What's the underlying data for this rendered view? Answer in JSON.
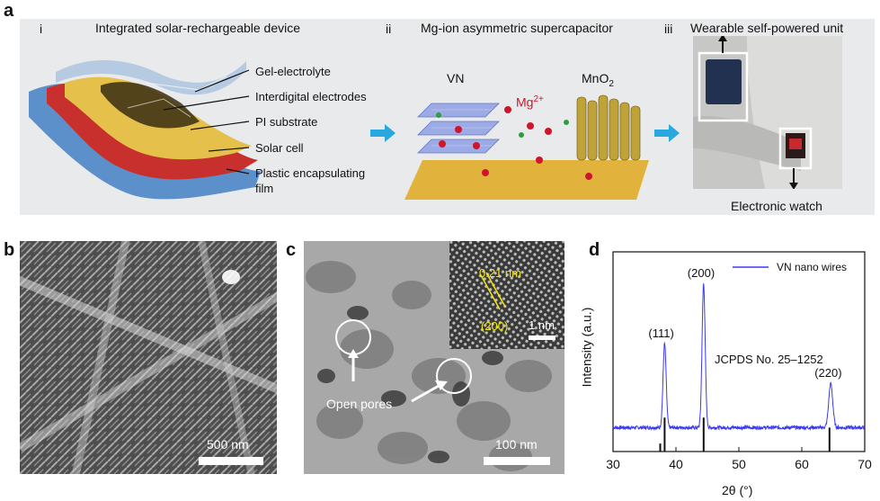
{
  "panel_a": {
    "letter": "a",
    "sub_i": {
      "numeral": "i",
      "title": "Integrated solar-rechargeable device",
      "layers": [
        "Gel-electrolyte",
        "Interdigital electrodes",
        "PI substrate",
        "Solar cell",
        "Plastic encapsulating",
        "film"
      ]
    },
    "sub_ii": {
      "numeral": "ii",
      "title": "Mg-ion asymmetric supercapacitor",
      "left_material": "VN",
      "ion_base": "Mg",
      "ion_charge": "2+",
      "right_base": "MnO",
      "right_sub": "2"
    },
    "sub_iii": {
      "numeral": "iii",
      "title": "Wearable self-powered unit",
      "watch_label": "Electronic watch"
    },
    "colors": {
      "band": "#e9eaeb",
      "arrow": "#29a8e0",
      "gold": "#e2b33c",
      "red_layer": "#c8302e",
      "blue_layer": "#4d86c6"
    }
  },
  "panel_b": {
    "letter": "b",
    "scale_label": "500 nm"
  },
  "panel_c": {
    "letter": "c",
    "scale_label": "100 nm",
    "annotation": "Open pores",
    "inset": {
      "d_spacing": "0.21 nm",
      "plane": "(200)",
      "scale_label": "1 nm"
    }
  },
  "panel_d": {
    "letter": "d",
    "chart_data": {
      "type": "line",
      "title": "",
      "xlabel": "2θ (°)",
      "ylabel": "Intensity (a.u.)",
      "xlim": [
        30,
        70
      ],
      "x_ticks": [
        30,
        40,
        50,
        60,
        70
      ],
      "legend": "top-right",
      "series": [
        {
          "name": "VN nano wires",
          "color": "#3a3af0",
          "baseline": 0.12,
          "peaks": [
            {
              "x": 38.2,
              "height": 0.42,
              "width": 0.35
            },
            {
              "x": 44.4,
              "height": 0.72,
              "width": 0.35
            },
            {
              "x": 64.6,
              "height": 0.22,
              "width": 0.45
            }
          ]
        }
      ],
      "reference": {
        "label": "JCPDS No. 25–1252",
        "lines": [
          {
            "x": 37.5,
            "height": 0.04
          },
          {
            "x": 38.2,
            "height": 0.17
          },
          {
            "x": 44.4,
            "height": 0.17
          },
          {
            "x": 64.4,
            "height": 0.12
          }
        ]
      },
      "peak_labels": [
        {
          "x": 38.2,
          "text": "(111)"
        },
        {
          "x": 44.4,
          "text": "(200)"
        },
        {
          "x": 64.6,
          "text": "(220)"
        }
      ]
    }
  }
}
